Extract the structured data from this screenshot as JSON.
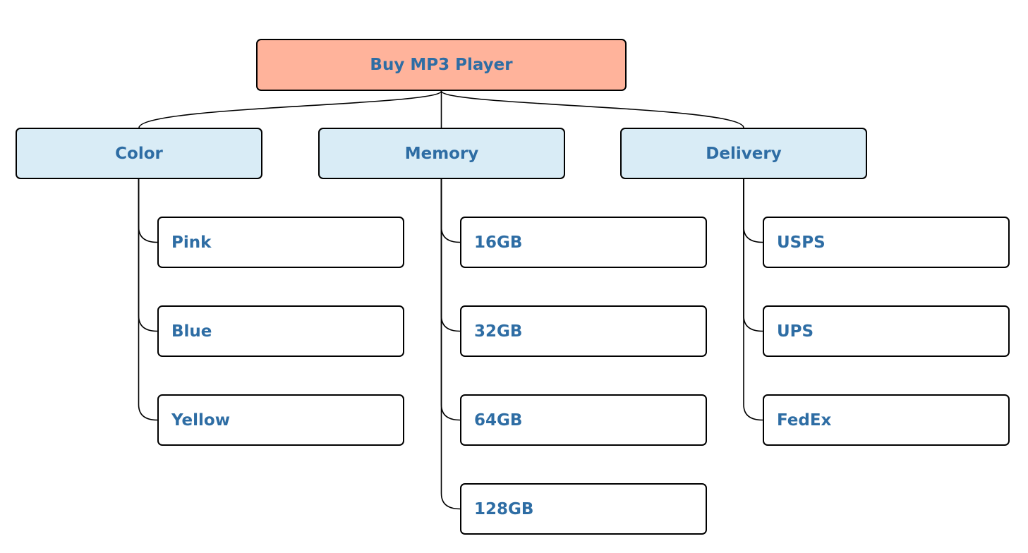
{
  "diagram": {
    "root": {
      "label": "Buy MP3 Player",
      "fill": "#ffb39b"
    },
    "category_fill": "#d9ecf6",
    "leaf_fill": "#ffffff",
    "text_color": "#2e6da4",
    "categories": [
      {
        "label": "Color",
        "items": [
          "Pink",
          "Blue",
          "Yellow"
        ]
      },
      {
        "label": "Memory",
        "items": [
          "16GB",
          "32GB",
          "64GB",
          "128GB"
        ]
      },
      {
        "label": "Delivery",
        "items": [
          "USPS",
          "UPS",
          "FedEx"
        ]
      }
    ]
  }
}
